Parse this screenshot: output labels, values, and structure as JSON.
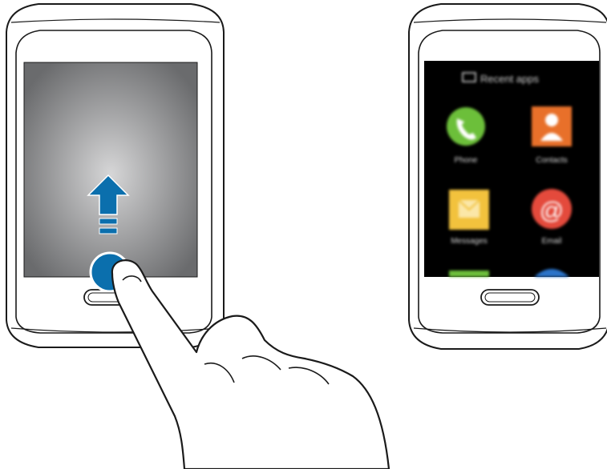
{
  "recent_apps": {
    "header": "Recent apps",
    "apps": [
      {
        "label": "Phone",
        "icon": "phone-icon",
        "color": "#6cbf3a"
      },
      {
        "label": "Contacts",
        "icon": "contact-icon",
        "color": "#e8702a"
      },
      {
        "label": "Messages",
        "icon": "messages-icon",
        "color": "#f2c23d"
      },
      {
        "label": "Email",
        "icon": "at-icon",
        "color": "#e44a3c"
      }
    ]
  },
  "colors": {
    "outline": "#1a1a1a",
    "screen_gray_center": "#cfcfcf",
    "screen_gray_edge": "#6d6e70",
    "arrow": "#0b6fad",
    "touch_point": "#0b6fad",
    "screen_dark": "#000000"
  }
}
